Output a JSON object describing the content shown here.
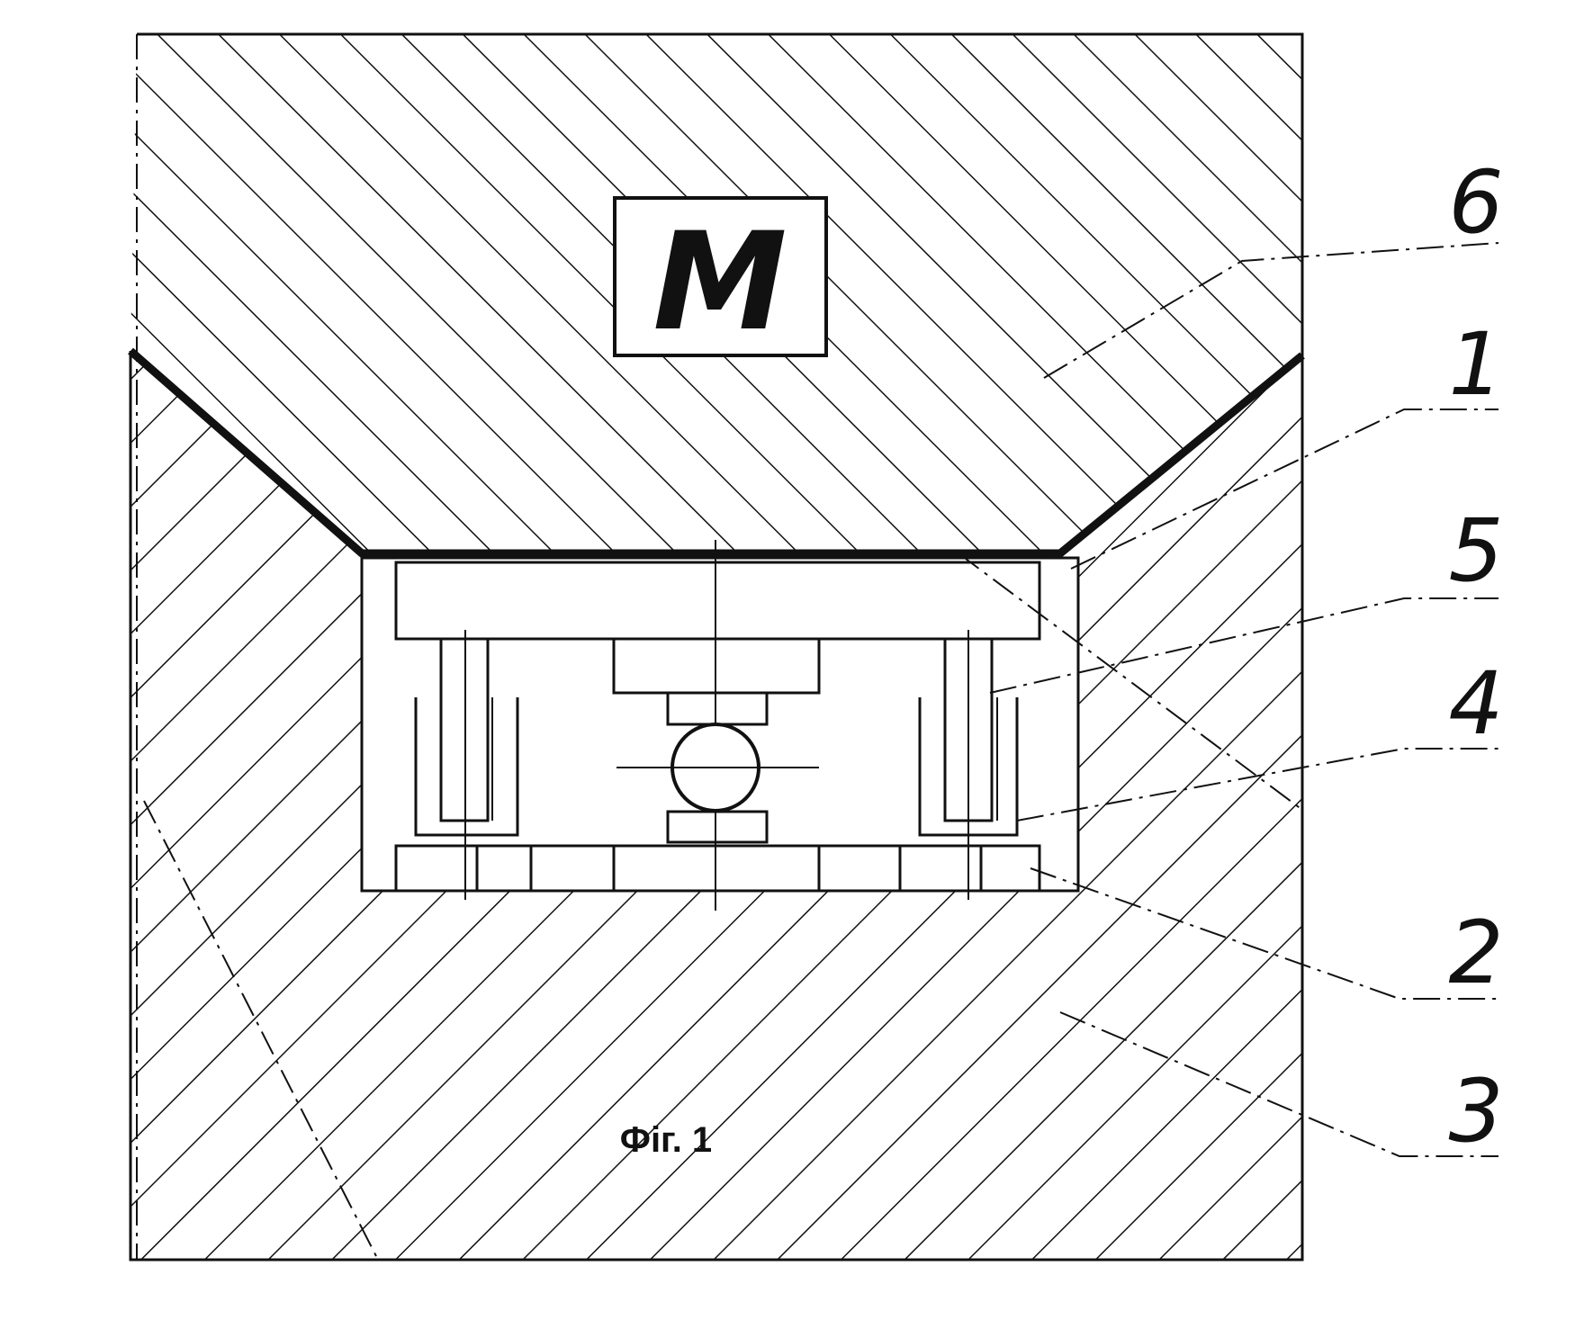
{
  "figure": {
    "caption": "Фіг. 1",
    "material_label": "M",
    "callouts": [
      {
        "label": "6"
      },
      {
        "label": "1"
      },
      {
        "label": "5"
      },
      {
        "label": "4"
      },
      {
        "label": "2"
      },
      {
        "label": "3"
      }
    ]
  },
  "colors": {
    "line": "#111111",
    "background": "#ffffff"
  }
}
